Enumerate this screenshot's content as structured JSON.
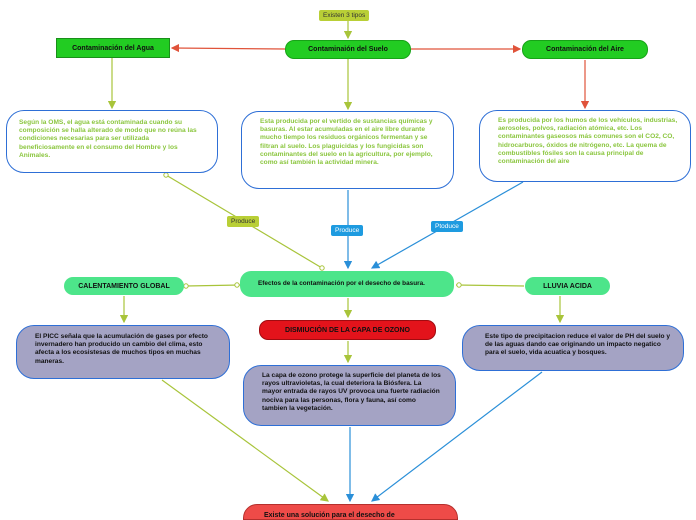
{
  "labels": {
    "existen": "Existen 3 tipos",
    "produce_left": "Produce",
    "produce_mid": "Produce",
    "produce_right": "Ptoduce"
  },
  "nodes": {
    "agua": "Contaminación del Agua",
    "suelo": "Contaminaión del Suelo",
    "aire": "Contaminación del Aire",
    "agua_desc": "Según la OMS, el agua está contaminada cuando su composición se halla alterado de modo que no reúna las condiciones necesarias para ser utilizada beneficiosamente en el consumo del Hombre y los Animales.",
    "suelo_desc": "Esta producida por el vertido de sustancias químicas y basuras. Al estar acumuladas en el aire libre durante mucho tiempo los residuos orgánicos fermentan y se filtran al suelo. Los plaguicidas y los fungicidas son contaminantes del suelo en la agricultura, por ejemplo, como así también la actividad minera.",
    "aire_desc": "Es producida por los humos de los vehículos, industrias, aerosoles, polvos, radiación atómica, etc. Los contaminantes gaseosos más comunes son el CO2, CO, hidrocarburos, óxidos de nitrógeno, etc. La quema de combustibles fósiles son la causa principal de contaminación del aire",
    "efectos": "Efectos de la contaminación por el desecho de basura.",
    "calentamiento": "CALENTAMIENTO GLOBAL",
    "lluvia": "LLUVIA ACIDA",
    "ozono": "DISMIUCIÓN DE LA CAPA DE OZONO",
    "calentamiento_desc": "El PICC señala que la acumulación de gases por efecto invernadero han producido un cambio del clima, esto afecta a los ecosistesas de muchos tipos en muchas maneras.",
    "ozono_desc": "La capa de ozono protege la superficie del planeta de los rayos ultravioletas, la cual deteriora la Biósfera. La mayor entrada de rayos UV provoca una fuerte radiación nociva para las personas, flora y fauna, así como tambien la vegetación.",
    "lluvia_desc": "Este tipo de precipitacion reduce el valor de PH del suelo y de las aguas dando cae originando un impacto negatico para el suelo, vida acuatica y bosques.",
    "solucion": "Existe una solución para el desecho de"
  },
  "colors": {
    "green_line": "#a8c43a",
    "red_line": "#e0533a",
    "blue_line": "#2a8fd8"
  }
}
